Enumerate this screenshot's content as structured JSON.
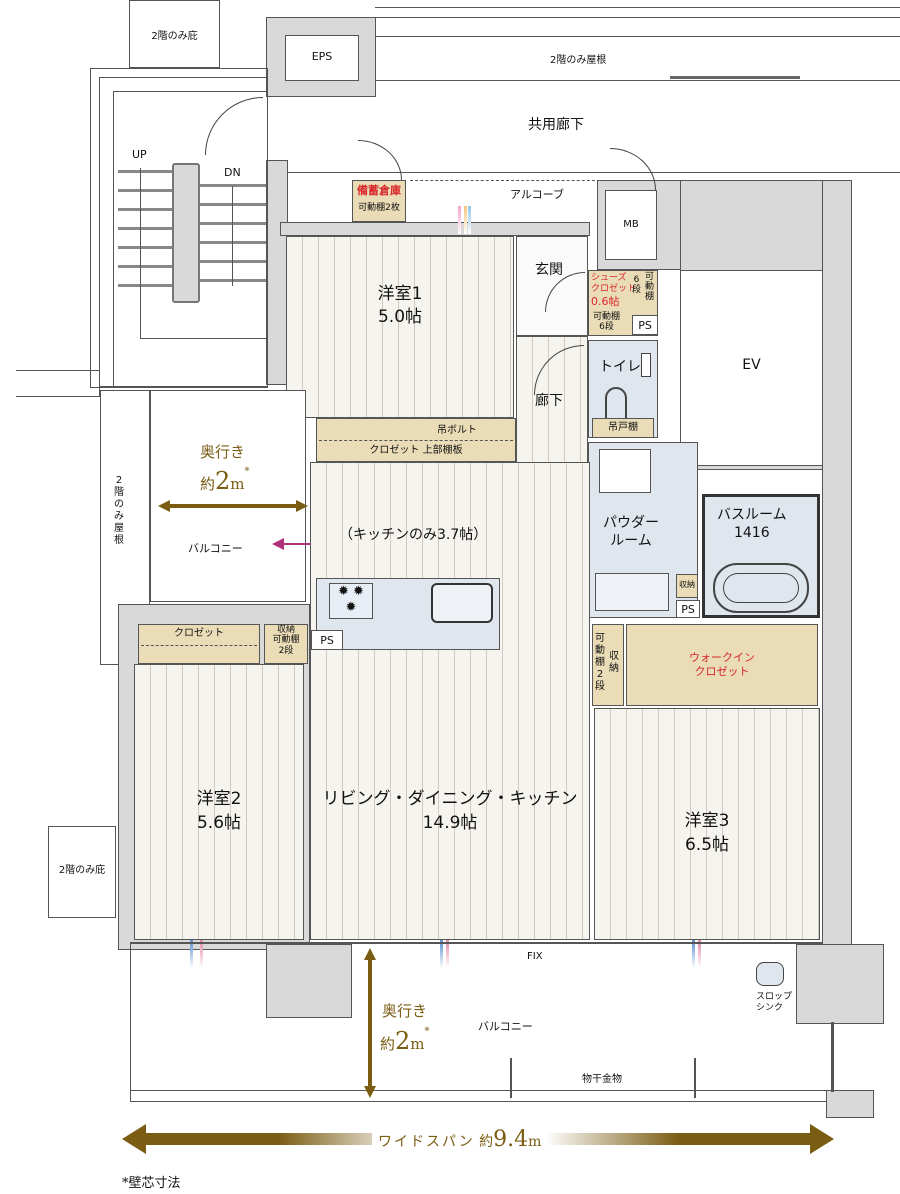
{
  "exterior": {
    "eaves_top": "2階のみ庇",
    "eaves_left": "2階のみ庇",
    "roof_top": "2階のみ屋根",
    "roof_left": "2階のみ屋根",
    "corridor": "共用廊下",
    "alcove": "アルコーブ",
    "eps": "EPS",
    "mb": "MB",
    "ev": "EV",
    "stairs_up": "UP",
    "stairs_dn": "DN"
  },
  "rooms": {
    "western1": {
      "name": "洋室1",
      "size": "5.0帖"
    },
    "western2": {
      "name": "洋室2",
      "size": "5.6帖"
    },
    "western3": {
      "name": "洋室3",
      "size": "6.5帖"
    },
    "ldk": {
      "name": "リビング・ダイニング・キッチン",
      "size": "14.9帖"
    },
    "kitchen_note": "（キッチンのみ3.7帖）",
    "entrance": "玄関",
    "hallway": "廊下",
    "toilet": "トイレ",
    "powder_room": [
      "パウダー",
      "ルーム"
    ],
    "bathroom": [
      "バスルーム",
      "1416"
    ]
  },
  "storage": {
    "emergency_storage": {
      "title": "備蓄倉庫",
      "note": "可動棚2枚"
    },
    "shoe_closet": {
      "title": [
        "シューズ",
        "クロゼット",
        "0.6帖"
      ],
      "shelf_right": [
        "6",
        "段"
      ],
      "shelf_right2": [
        "可",
        "動",
        "棚"
      ],
      "shelf_bottom": [
        "可動棚",
        "6段"
      ]
    },
    "hanging_bolt": "吊ボルト",
    "closet_upper_shelf": "クロゼット 上部棚板",
    "toilet_cabinet": "吊戸棚",
    "powder_storage": "収納",
    "closet2": "クロゼット",
    "storage2": [
      "収納",
      "可動棚",
      "2段"
    ],
    "storage3_left": [
      "可",
      "動",
      "棚",
      "2",
      "段"
    ],
    "storage3_right": [
      "収",
      "納"
    ],
    "walk_in_closet": [
      "ウォークイン",
      "クロゼット"
    ]
  },
  "ps_labels": [
    "PS",
    "PS",
    "PS"
  ],
  "balcony": {
    "side_label": "バルコニー",
    "side_depth_title": "奥行き",
    "side_depth_value_prefix": "約",
    "side_depth_value": "2",
    "side_depth_unit": "m",
    "side_depth_star": "*",
    "main_label": "バルコニー",
    "main_depth_title": "奥行き",
    "main_depth_value_prefix": "約",
    "main_depth_value": "2",
    "main_depth_unit": "m",
    "main_depth_star": "*",
    "fix": "FIX",
    "clothes_hanger": "物干金物",
    "slop_sink": [
      "スロップ",
      "シンク"
    ]
  },
  "wide_span": {
    "label": "ワイドスパン",
    "prefix": "約",
    "value": "9.4",
    "unit": "m"
  },
  "footnote": "*壁芯寸法",
  "colors": {
    "gold": "#7a5c12",
    "accent_red": "#d9262a",
    "closet_fill": "#e9dcb6",
    "wet_fill": "#dfe6ee",
    "wall_fill": "#d9d9d9",
    "floor_fill": "#f6f4ee",
    "arrow_magenta": "#b0307a"
  }
}
